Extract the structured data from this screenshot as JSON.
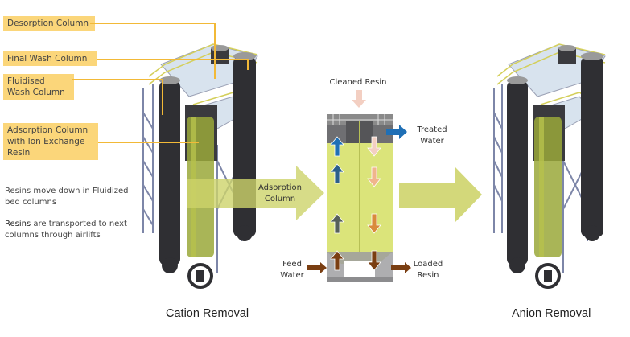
{
  "callouts": [
    {
      "label": "Desorption Column"
    },
    {
      "label": "Final Wash Column"
    },
    {
      "label": "Fluidised Wash Column"
    },
    {
      "label": "Adsorption Column with Ion Exchange Resin"
    }
  ],
  "notes": {
    "note1": "Resins move down in Fluidized bed columns",
    "note2_bold": "Resins",
    "note2_rest": " are transported to next columns through airlifts"
  },
  "big_arrow_label": "Adsorption Column",
  "column_detail": {
    "top_input": "Cleaned Resin",
    "top_output": "Treated Water",
    "bottom_input": "Feed Water",
    "bottom_output": "Loaded Resin"
  },
  "captions": {
    "left": "Cation Removal",
    "right": "Anion Removal"
  },
  "colors": {
    "callout_fill": "#fbd67a",
    "leader_line": "#f2b937",
    "arrow_green": "#d3d87a",
    "resin_green": "#dbe47a",
    "water_blue": "#1f6fb5",
    "resin_brown": "#7a3e12",
    "cleaned_resin_pink": "#f3cfc2"
  }
}
